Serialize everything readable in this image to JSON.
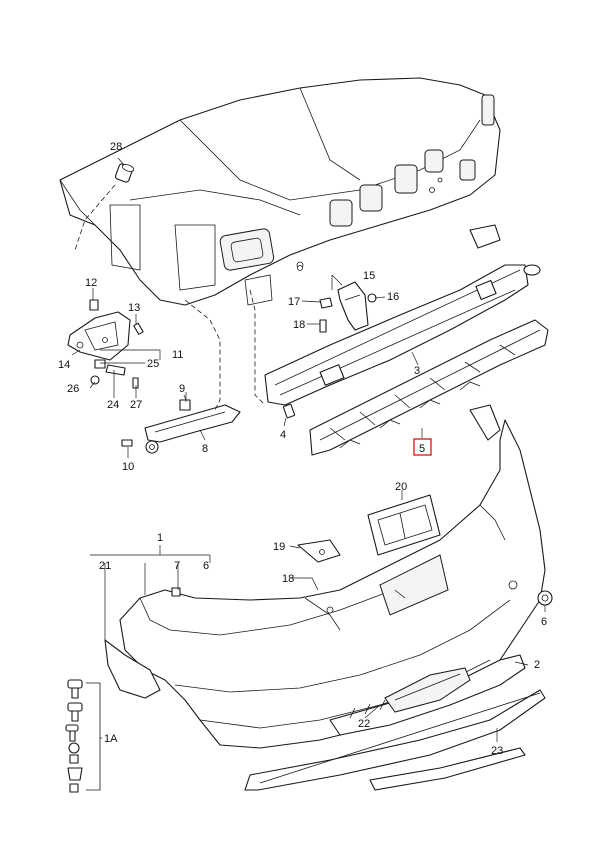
{
  "callouts": [
    {
      "id": "c28",
      "text": "28"
    },
    {
      "id": "c12",
      "text": "12"
    },
    {
      "id": "c13",
      "text": "13"
    },
    {
      "id": "c14",
      "text": "14"
    },
    {
      "id": "c25",
      "text": "25"
    },
    {
      "id": "c11",
      "text": "11"
    },
    {
      "id": "c26",
      "text": "26"
    },
    {
      "id": "c24",
      "text": "24"
    },
    {
      "id": "c27",
      "text": "27"
    },
    {
      "id": "c9",
      "text": "9"
    },
    {
      "id": "c10",
      "text": "10"
    },
    {
      "id": "c8",
      "text": "8"
    },
    {
      "id": "c15",
      "text": "15"
    },
    {
      "id": "c16",
      "text": "16"
    },
    {
      "id": "c17",
      "text": "17"
    },
    {
      "id": "c18a",
      "text": "18"
    },
    {
      "id": "c3",
      "text": "3"
    },
    {
      "id": "c4",
      "text": "4"
    },
    {
      "id": "c5",
      "text": "5"
    },
    {
      "id": "c20",
      "text": "20"
    },
    {
      "id": "c19",
      "text": "19"
    },
    {
      "id": "c18b",
      "text": "18"
    },
    {
      "id": "c1",
      "text": "1"
    },
    {
      "id": "c21",
      "text": "21"
    },
    {
      "id": "c7",
      "text": "7"
    },
    {
      "id": "c6a",
      "text": "6"
    },
    {
      "id": "c6b",
      "text": "6"
    },
    {
      "id": "c2",
      "text": "2"
    },
    {
      "id": "c22",
      "text": "22"
    },
    {
      "id": "c23",
      "text": "23"
    },
    {
      "id": "c1A",
      "text": "1A"
    }
  ],
  "highlighted_part": "5",
  "highlight_color": "#d40000",
  "line_color": "#1a1a1a"
}
